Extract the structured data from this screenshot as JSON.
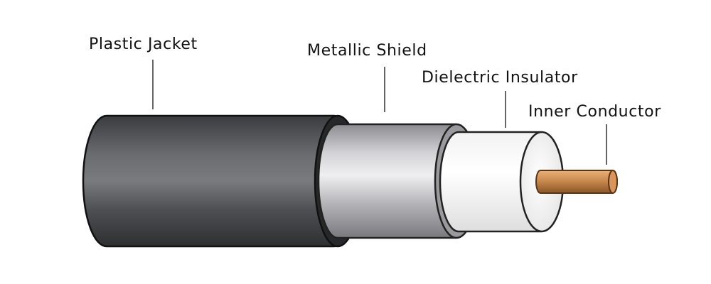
{
  "diagram": {
    "labels": {
      "plastic_jacket": "Plastic Jacket",
      "metallic_shield": "Metallic Shield",
      "dielectric_insulator": "Dielectric Insulator",
      "inner_conductor": "Inner Conductor"
    },
    "colors": {
      "jacket": "#57585c",
      "shield": "#bcbcc0",
      "insulator": "#ffffff",
      "conductor": "#c98a4e",
      "leader_lines": "#333333"
    }
  }
}
